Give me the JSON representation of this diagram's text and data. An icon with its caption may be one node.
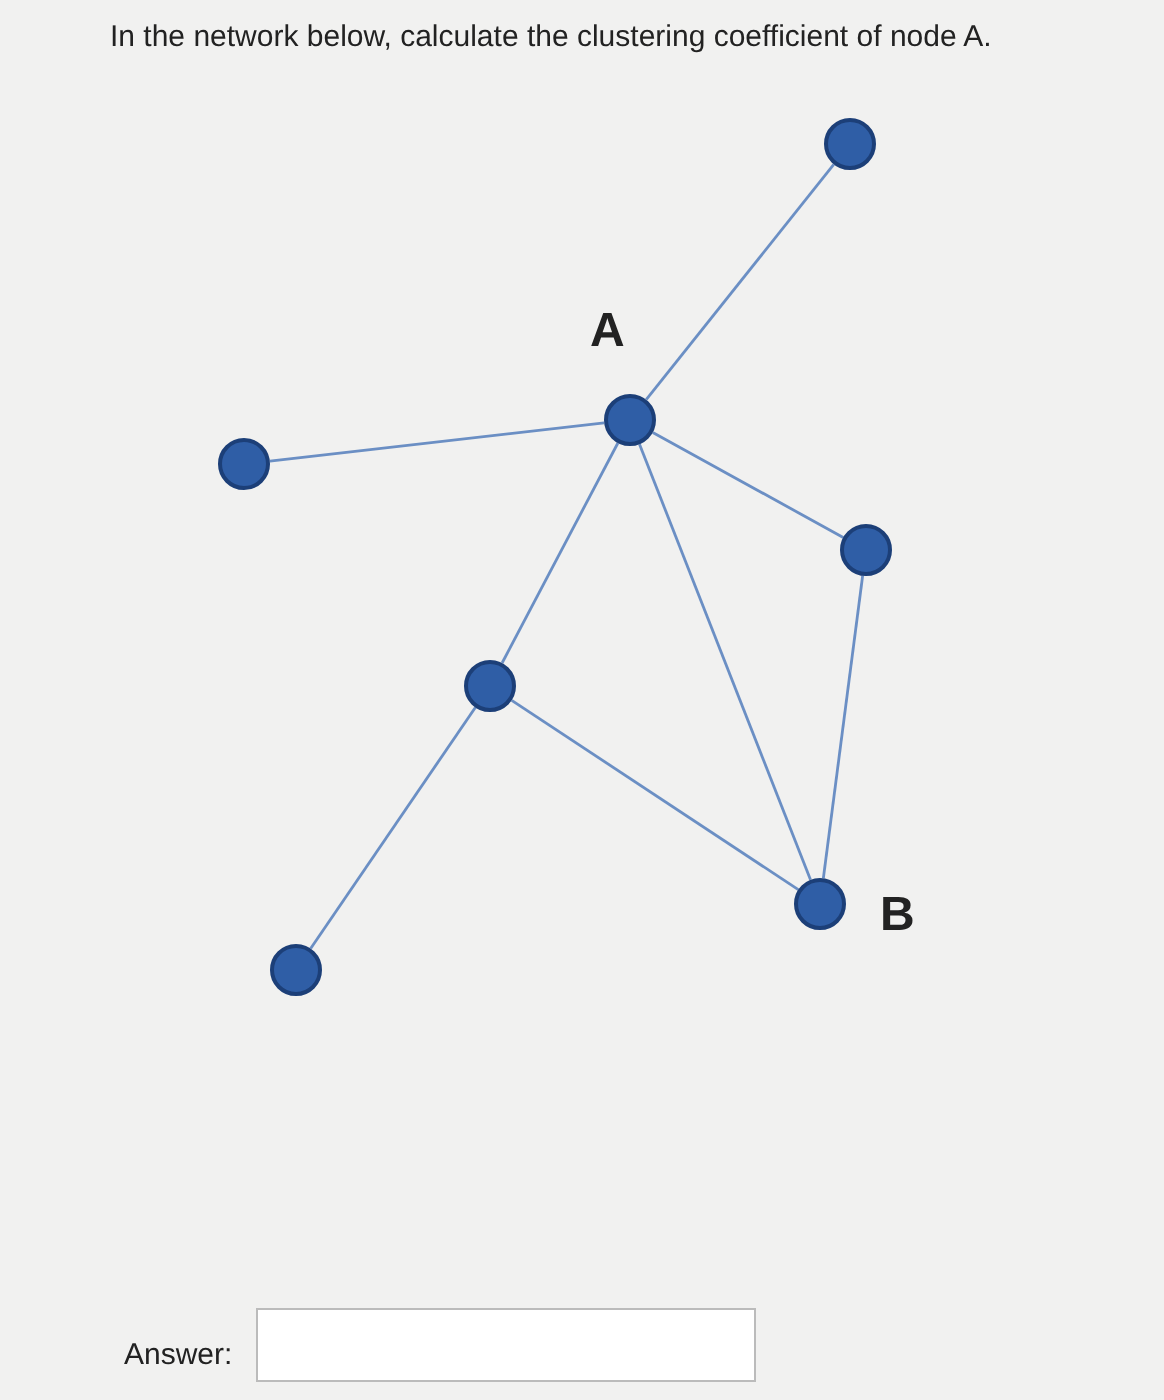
{
  "diagram": {
    "nodes": [
      {
        "text": [],
        "shape": "circle"
      },
      {
        "text": [],
        "shape": "circle",
        "beside": [
          "A"
        ]
      },
      {
        "text": [],
        "shape": "circle"
      },
      {
        "text": [],
        "shape": "circle"
      },
      {
        "text": [],
        "shape": "circle"
      },
      {
        "text": [],
        "shape": "circle",
        "beside": [
          "B"
        ]
      },
      {
        "text": [],
        "shape": "circle"
      }
    ],
    "edges": [
      {
        "from": 0,
        "to": 1,
        "arrow": "none"
      },
      {
        "from": 2,
        "to": 1,
        "arrow": "none"
      },
      {
        "from": 1,
        "to": 3,
        "arrow": "none"
      },
      {
        "from": 1,
        "to": 4,
        "arrow": "none"
      },
      {
        "from": 1,
        "to": 5,
        "arrow": "none"
      },
      {
        "from": 3,
        "to": 5,
        "arrow": "none"
      },
      {
        "from": 4,
        "to": 5,
        "arrow": "none"
      },
      {
        "from": 4,
        "to": 6,
        "arrow": "none"
      }
    ],
    "labels": [
      "In the network below, calculate the clustering coefficient of node A.",
      "Answer:"
    ]
  }
}
